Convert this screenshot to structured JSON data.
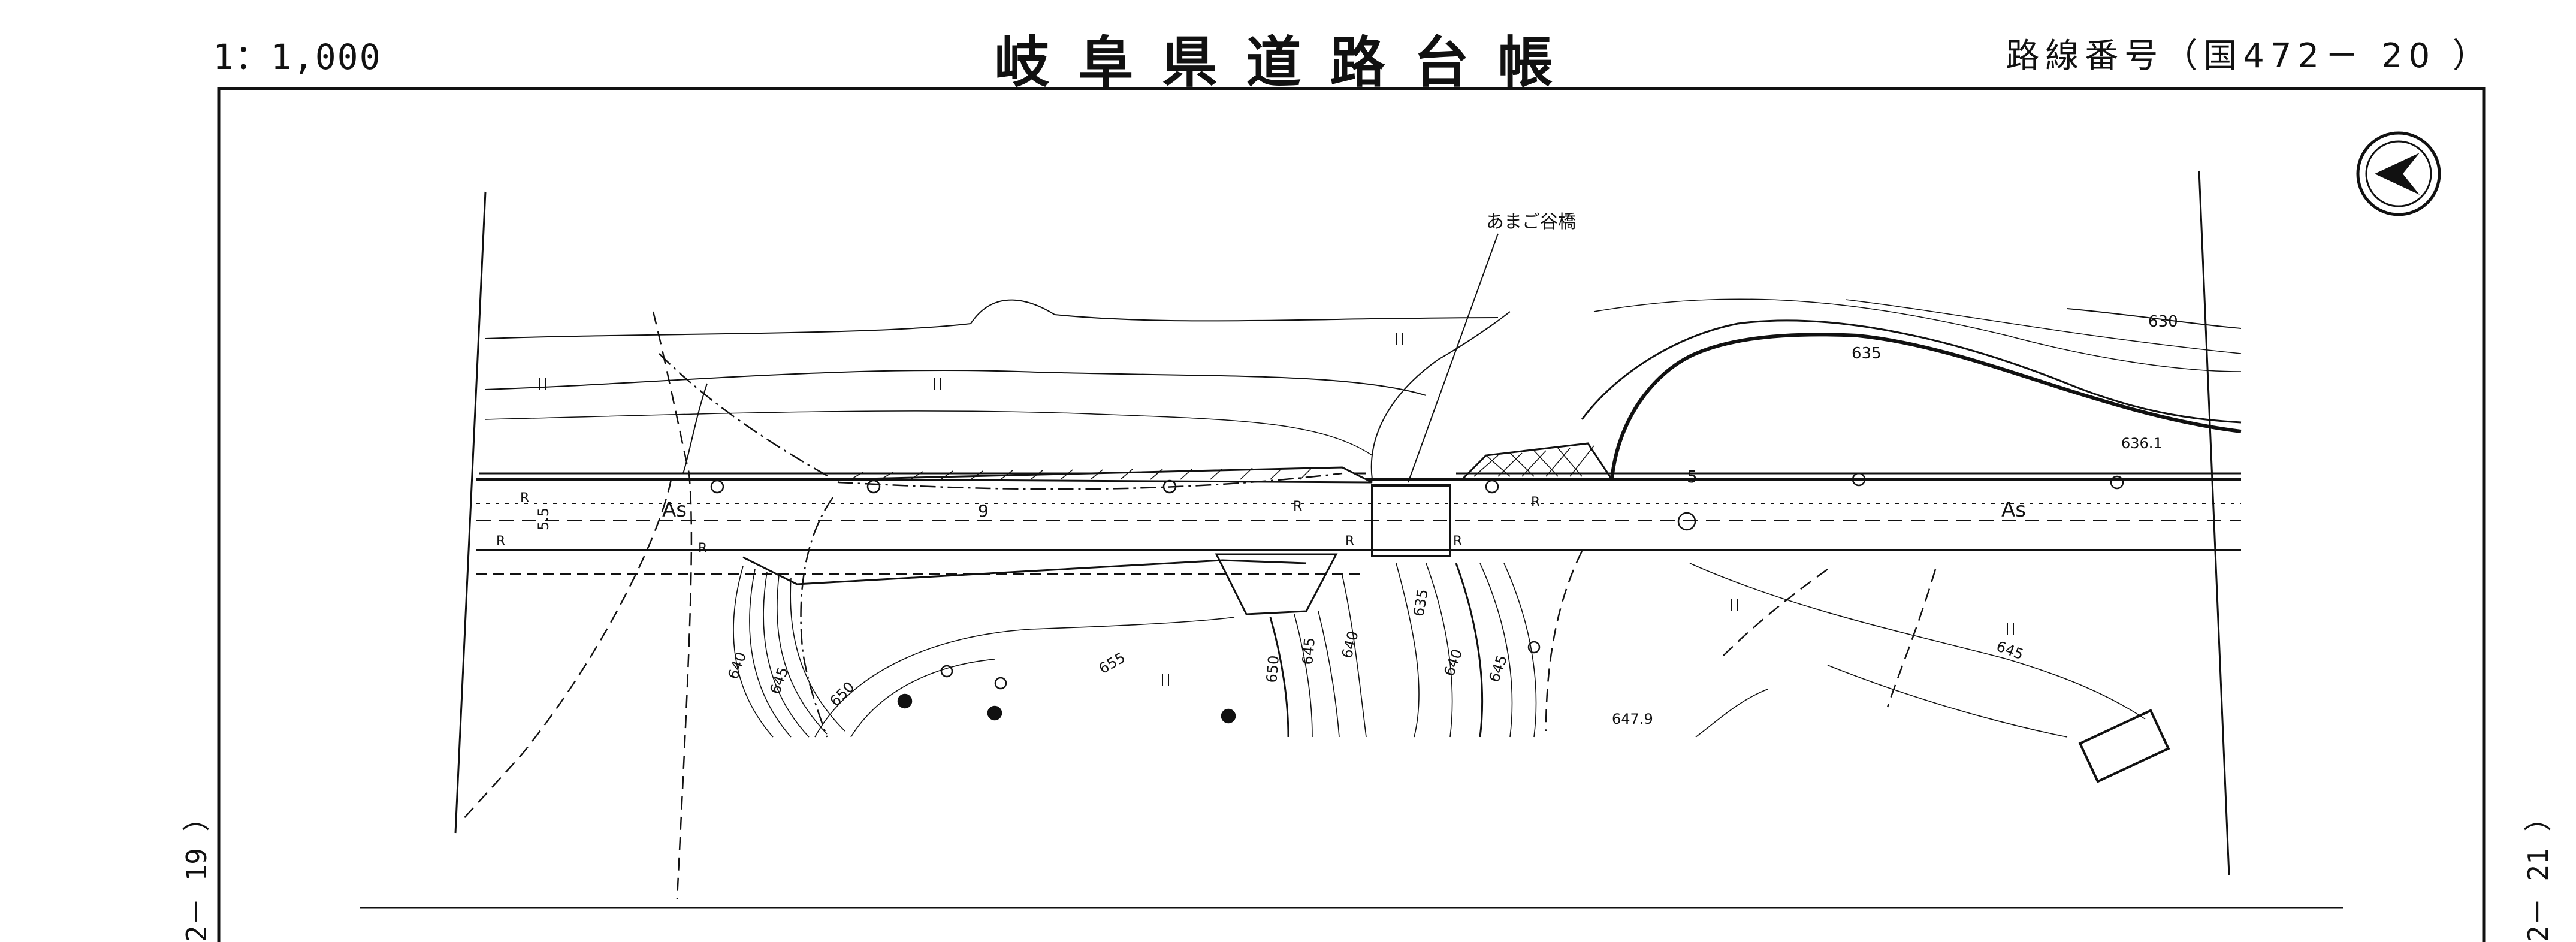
{
  "header": {
    "scale": "1：1,000",
    "title": "岐阜県道路台帳",
    "route_number": "路線番号（国472－ 20 ）"
  },
  "margins": {
    "prev_sheet": "2－ 19 ）",
    "next_sheet": "2－ 21 ）"
  },
  "map": {
    "bridge_label": "あまご谷橋",
    "pavement_left": "As",
    "pavement_right": "As",
    "width_label": "5.5",
    "station_9": "9",
    "station_5": "5",
    "spot_heights": [
      "636.1",
      "647.9"
    ],
    "contours_top": [
      "630",
      "635"
    ],
    "contours_bottom": [
      "640",
      "645",
      "650",
      "655",
      "650",
      "645",
      "640",
      "635",
      "640",
      "645",
      "645"
    ],
    "markers": [
      "R",
      "R",
      "R",
      "R",
      "R",
      "R",
      "R"
    ],
    "north_arrow_icon": "north-arrow-icon"
  }
}
